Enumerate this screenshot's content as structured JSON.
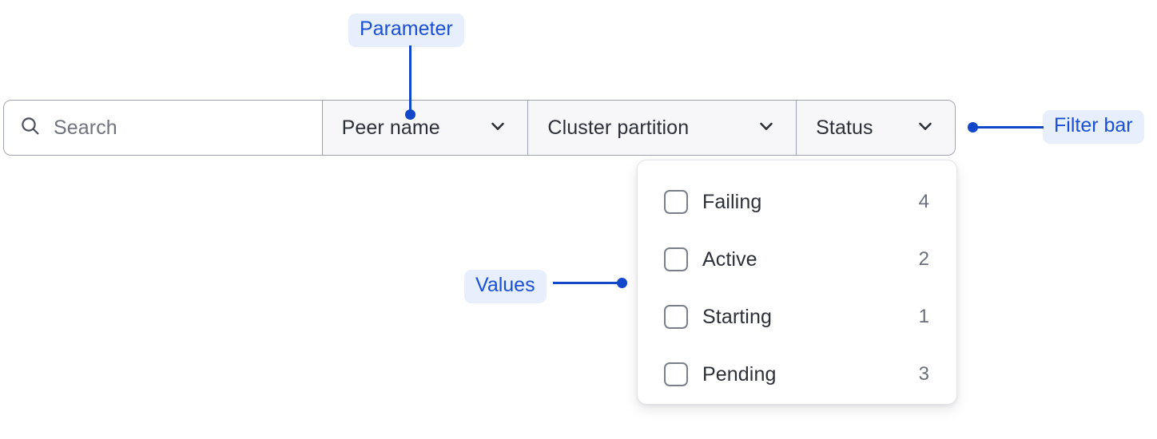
{
  "filter_bar": {
    "search": {
      "icon": "search-icon",
      "placeholder": "Search",
      "value": ""
    },
    "dropdowns": [
      {
        "label": "Peer name",
        "icon": "chevron-down-icon",
        "active": true
      },
      {
        "label": "Cluster partition",
        "icon": "chevron-down-icon",
        "active": false
      },
      {
        "label": "Status",
        "icon": "chevron-down-icon",
        "active": false
      }
    ]
  },
  "dropdown_panel": {
    "options": [
      {
        "label": "Failing",
        "count": "4",
        "checked": false
      },
      {
        "label": "Active",
        "count": "2",
        "checked": false
      },
      {
        "label": "Starting",
        "count": "1",
        "checked": false
      },
      {
        "label": "Pending",
        "count": "3",
        "checked": false
      }
    ]
  },
  "annotations": [
    {
      "id": "parameter",
      "label": "Parameter"
    },
    {
      "id": "values",
      "label": "Values"
    },
    {
      "id": "filter-bar",
      "label": "Filter bar"
    }
  ],
  "colors": {
    "accent_blue": "#1247c9",
    "annotation_text": "#1a4fd6",
    "annotation_pill_bg": "#e7effd",
    "bar_border": "#9ea2b0",
    "segment_bg": "#f7f7f9",
    "text_primary": "#2d3038",
    "text_muted": "#71747f"
  }
}
